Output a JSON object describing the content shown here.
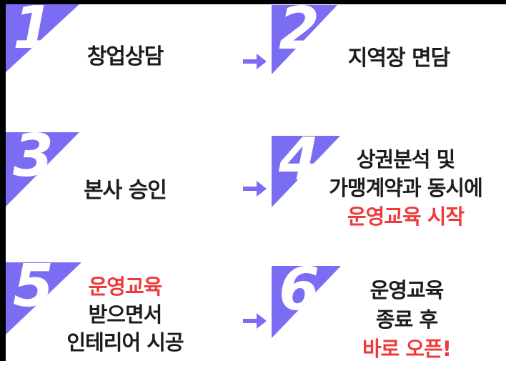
{
  "colors": {
    "purple": "#7A6DF4",
    "red": "#EE3A3A",
    "text": "#1C1C1C",
    "frame": "#000000",
    "background": "#FFFFFF"
  },
  "icons": {
    "arrow": "right-arrow"
  },
  "steps": [
    {
      "number": "1",
      "lines": [
        {
          "text": "창업상담",
          "cls": "black"
        }
      ]
    },
    {
      "number": "2",
      "lines": [
        {
          "text": "지역장 면담",
          "cls": "black"
        }
      ]
    },
    {
      "number": "3",
      "lines": [
        {
          "text": "본사 승인",
          "cls": "black"
        }
      ]
    },
    {
      "number": "4",
      "lines": [
        {
          "text": "상권분석 및",
          "cls": "black"
        },
        {
          "text": "가맹계약과 동시에",
          "cls": "black"
        },
        {
          "text": "운영교육 시작",
          "cls": "red"
        }
      ]
    },
    {
      "number": "5",
      "lines": [
        {
          "text": "운영교육",
          "cls": "red"
        },
        {
          "text": "받으면서",
          "cls": "black"
        },
        {
          "text": "인테리어 시공",
          "cls": "black"
        }
      ]
    },
    {
      "number": "6",
      "lines": [
        {
          "text": "운영교육",
          "cls": "black"
        },
        {
          "text": "종료 후",
          "cls": "black"
        },
        {
          "text": "바로 오픈!",
          "cls": "red"
        }
      ]
    }
  ]
}
